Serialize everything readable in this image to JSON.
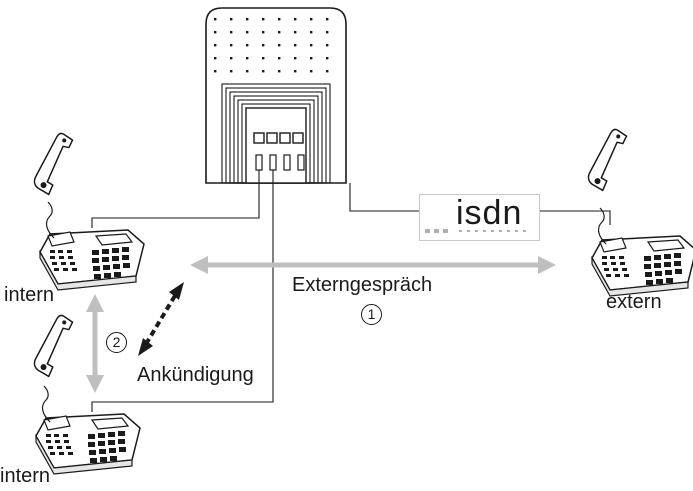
{
  "labels": {
    "intern_top": "intern",
    "intern_bottom": "intern",
    "extern": "extern",
    "external_call": "Externgespräch",
    "announcement": "Ankündigung",
    "step_1": "1",
    "step_2": "2",
    "network": "isdn"
  },
  "colors": {
    "line": "#1a1a1a",
    "gray_arrow": "#bfbfbf",
    "isdn_border": "#c8c8c8",
    "isdn_dots": "#b0b0b0"
  },
  "icons": [
    "telephone-icon",
    "telephone-system-icon",
    "double-arrow-icon"
  ]
}
